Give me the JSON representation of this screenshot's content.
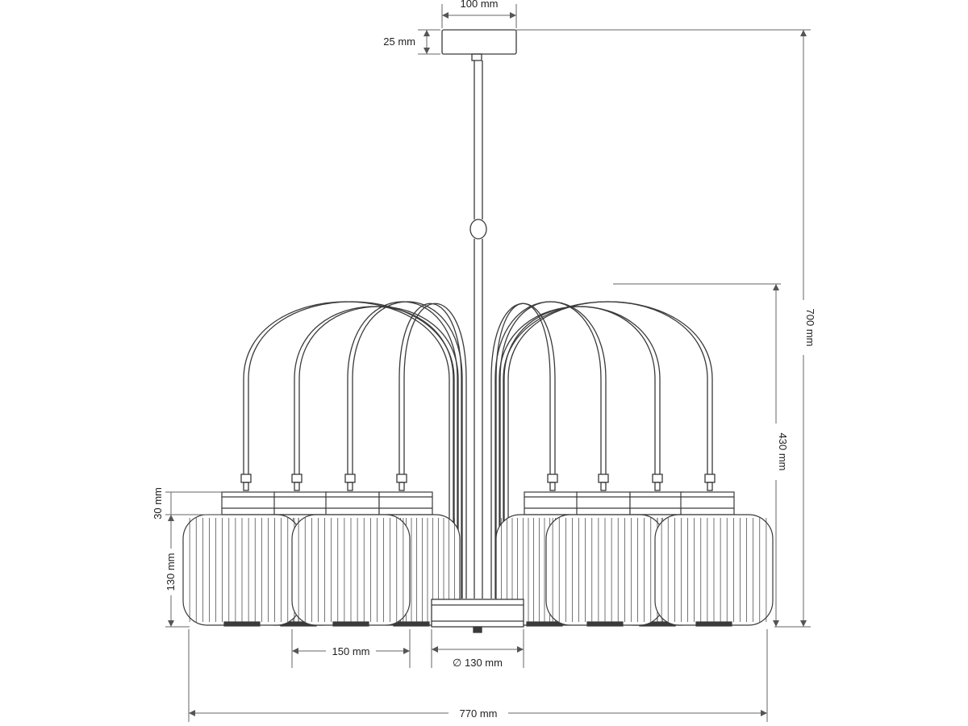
{
  "dimensions": {
    "canopy_width": "100 mm",
    "canopy_height": "25 mm",
    "total_height": "700 mm",
    "body_height": "430 mm",
    "cap_height": "30 mm",
    "shade_height": "130 mm",
    "shade_width": "150 mm",
    "hub_diameter": "∅ 130 mm",
    "total_width": "770 mm"
  },
  "colors": {
    "line": "#3a3a3a",
    "dim_line": "#555555",
    "text": "#222222"
  }
}
